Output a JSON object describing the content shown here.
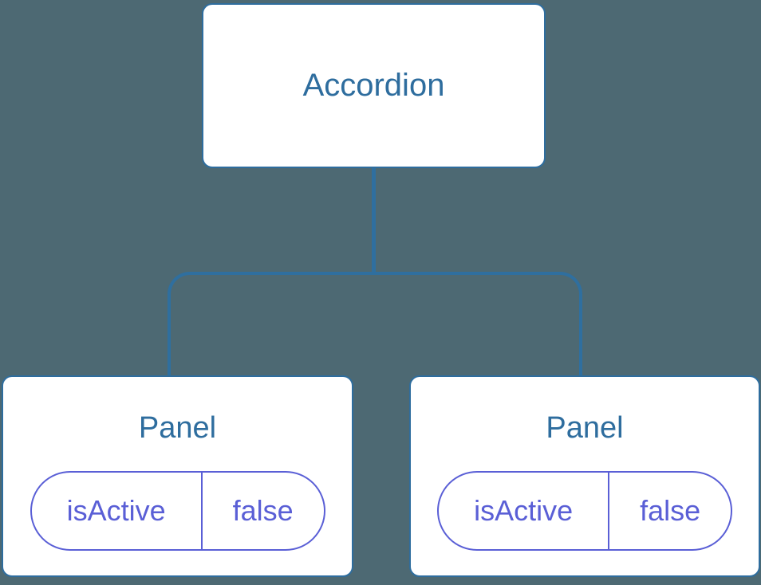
{
  "diagram": {
    "type": "component-tree",
    "root": {
      "label": "Accordion"
    },
    "children": [
      {
        "label": "Panel",
        "props": [
          {
            "name": "isActive",
            "value": "false"
          }
        ]
      },
      {
        "label": "Panel",
        "props": [
          {
            "name": "isActive",
            "value": "false"
          }
        ]
      }
    ]
  },
  "colors": {
    "background": "#4D6973",
    "node_fill": "#FFFFFF",
    "node_border": "#2E6D9E",
    "node_text": "#2E6D9E",
    "connector": "#2F6F9F",
    "prop_border": "#5A5FD6",
    "prop_text": "#5A5FD6"
  }
}
